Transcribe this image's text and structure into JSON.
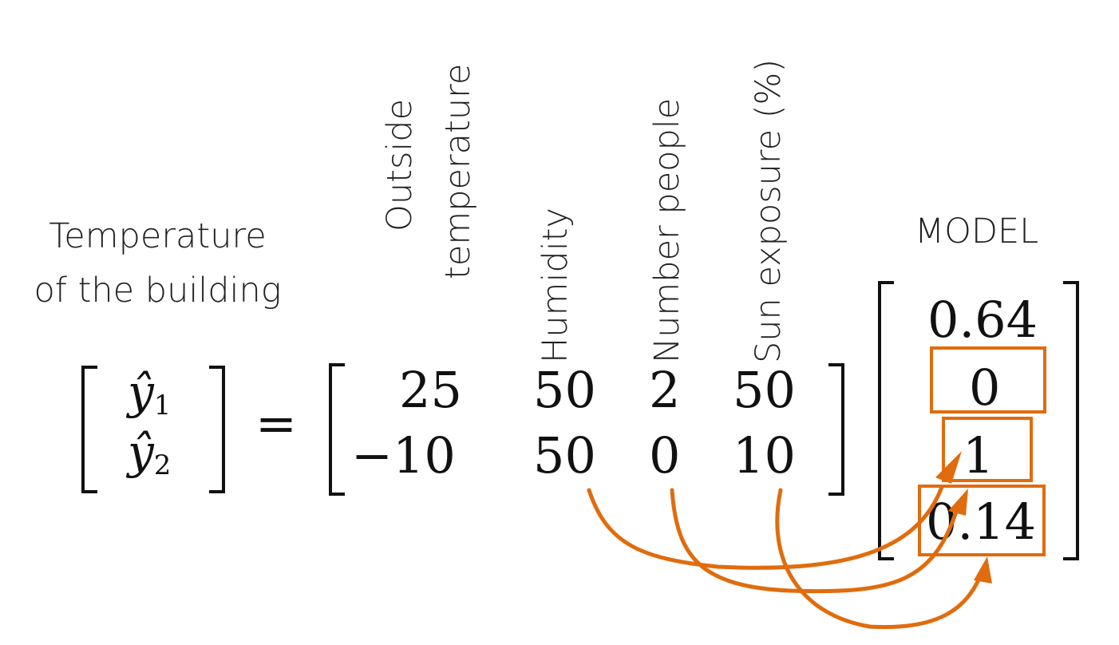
{
  "target": {
    "line1": "Temperature",
    "line2": "of the building"
  },
  "features": {
    "outside_line1": "Outside",
    "outside_line2": "temperature",
    "humidity": "Humidity",
    "number_people": "Number people",
    "sun_exposure": "Sun exposure (%)"
  },
  "output_vector": {
    "y1": "ŷ",
    "y1_sub": "1",
    "y2": "ŷ",
    "y2_sub": "2"
  },
  "equals": "=",
  "input_matrix": {
    "rows": [
      [
        "25",
        "50",
        "2",
        "50"
      ],
      [
        "−10",
        "50",
        "0",
        "10"
      ]
    ]
  },
  "model": {
    "label": "MODEL",
    "weights": [
      "0.64",
      "0",
      "1",
      "0.14"
    ]
  },
  "colors": {
    "highlight": "#e06c0e",
    "text": "#222222"
  }
}
